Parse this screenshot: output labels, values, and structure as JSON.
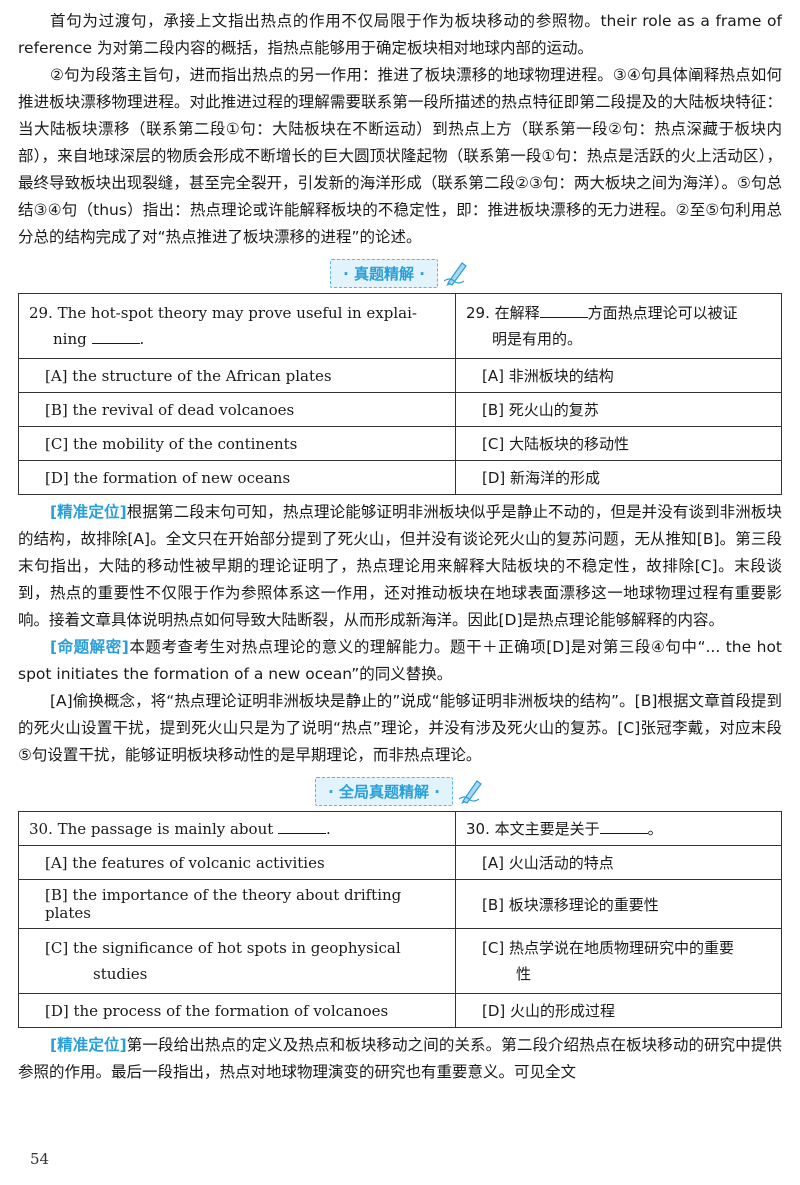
{
  "paragraphs_top": [
    "首句为过渡句，承接上文指出热点的作用不仅局限于作为板块移动的参照物。their role as a frame of reference 为对第二段内容的概括，指热点能够用于确定板块相对地球内部的运动。",
    "②句为段落主旨句，进而指出热点的另一作用：推进了板块漂移的地球物理进程。③④句具体阐释热点如何推进板块漂移物理进程。对此推进过程的理解需要联系第一段所描述的热点特征即第二段提及的大陆板块特征：当大陆板块漂移（联系第二段①句：大陆板块在不断运动）到热点上方（联系第一段②句：热点深藏于板块内部），来自地球深层的物质会形成不断增长的巨大圆顶状隆起物（联系第一段①句：热点是活跃的火上活动区），最终导致板块出现裂缝，甚至完全裂开，引发新的海洋形成（联系第二段②③句：两大板块之间为海洋）。⑤句总结③④句（thus）指出：热点理论或许能解释板块的不稳定性，即：推进板块漂移的无力进程。②至⑤句利用总分总的结构完成了对“热点推进了板块漂移的进程”的论述。"
  ],
  "banner1": "· 真题精解 ·",
  "q29": {
    "stem_en_a": "29. The hot-spot theory may prove useful in explai-",
    "stem_en_b": "ning",
    "stem_en_end": ".",
    "stem_zh_a": "29. 在解释",
    "stem_zh_b": "方面热点理论可以被证",
    "stem_zh_c": "明是有用的。",
    "options_en": [
      "[A] the structure of the African plates",
      "[B] the revival of dead volcanoes",
      "[C] the mobility of the continents",
      "[D] the formation of new oceans"
    ],
    "options_zh": [
      "[A] 非洲板块的结构",
      "[B] 死火山的复苏",
      "[C] 大陆板块的移动性",
      "[D] 新海洋的形成"
    ]
  },
  "analysis29": {
    "tag1": "[精准定位]",
    "text1": "根据第二段末句可知，热点理论能够证明非洲板块似乎是静止不动的，但是并没有谈到非洲板块的结构，故排除[A]。全文只在开始部分提到了死火山，但并没有谈论死火山的复苏问题，无从推知[B]。第三段末句指出，大陆的移动性被早期的理论证明了，热点理论用来解释大陆板块的不稳定性，故排除[C]。末段谈到，热点的重要性不仅限于作为参照体系这一作用，还对推动板块在地球表面漂移这一地球物理过程有重要影响。接着文章具体说明热点如何导致大陆断裂，从而形成新海洋。因此[D]是热点理论能够解释的内容。",
    "tag2": "[命题解密]",
    "text2": "本题考查考生对热点理论的意义的理解能力。题干＋正确项[D]是对第三段④句中“... the hot spot initiates the formation of a new ocean”的同义替换。",
    "text3": "[A]偷换概念，将“热点理论证明非洲板块是静止的”说成“能够证明非洲板块的结构”。[B]根据文章首段提到的死火山设置干扰，提到死火山只是为了说明“热点”理论，并没有涉及死火山的复苏。[C]张冠李戴，对应末段⑤句设置干扰，能够证明板块移动性的是早期理论，而非热点理论。"
  },
  "banner2": "· 全局真题精解 ·",
  "q30": {
    "stem_en": "30. The passage is mainly about",
    "stem_en_end": ".",
    "stem_zh": "30. 本文主要是关于",
    "stem_zh_end": "。",
    "options_en": [
      "[A] the features of volcanic activities",
      "[B] the importance of the theory about drifting plates",
      "[C] the significance of hot spots in geophysical",
      "[D] the process of the formation of volcanoes"
    ],
    "option_c_en_line2": "studies",
    "options_zh": [
      "[A] 火山活动的特点",
      "[B] 板块漂移理论的重要性",
      "[C] 热点学说在地质物理研究中的重要",
      "[D] 火山的形成过程"
    ],
    "option_c_zh_line2": "性"
  },
  "analysis30": {
    "tag1": "[精准定位]",
    "text1": "第一段给出热点的定义及热点和板块移动之间的关系。第二段介绍热点在板块移动的研究中提供参照的作用。最后一段指出，热点对地球物理演变的研究也有重要意义。可见全文"
  },
  "page_number": "54",
  "colors": {
    "accent": "#2a9fd8",
    "banner_bg": "#e3f3fb"
  }
}
